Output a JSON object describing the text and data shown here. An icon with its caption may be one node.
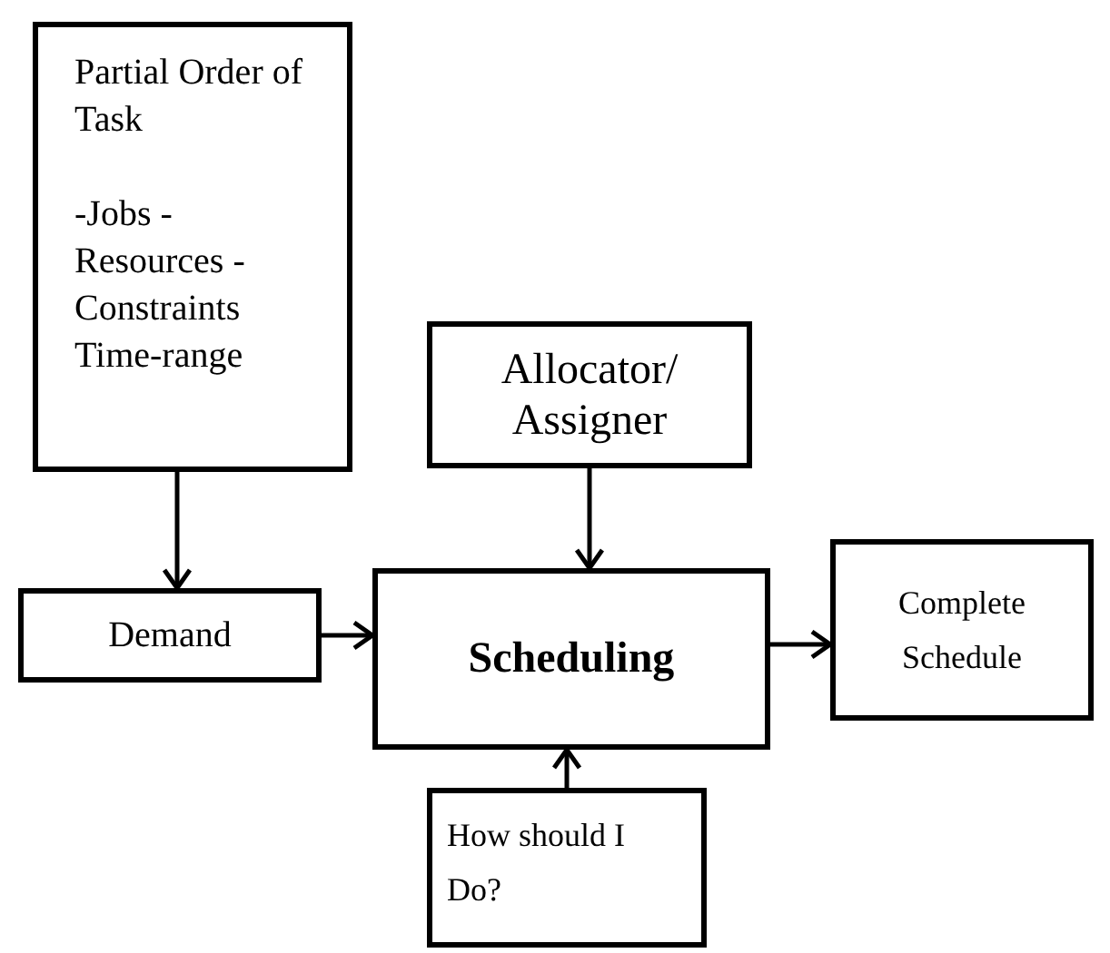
{
  "diagram": {
    "nodes": [
      {
        "text": [
          "Partial Order of Task",
          "-Jobs -Resources -Constraints Time-range"
        ]
      },
      {
        "text": [
          "Allocator/ Assigner"
        ]
      },
      {
        "text": [
          "Demand"
        ]
      },
      {
        "text": [
          "Scheduling"
        ]
      },
      {
        "text": [
          "Complete Schedule"
        ]
      },
      {
        "text": [
          "How should I Do?"
        ]
      }
    ],
    "edges": [
      {
        "from": 0,
        "to": 2,
        "arrow": "to"
      },
      {
        "from": 1,
        "to": 3,
        "arrow": "to"
      },
      {
        "from": 2,
        "to": 3,
        "arrow": "to"
      },
      {
        "from": 3,
        "to": 4,
        "arrow": "to"
      },
      {
        "from": 5,
        "to": 3,
        "arrow": "to"
      }
    ]
  }
}
